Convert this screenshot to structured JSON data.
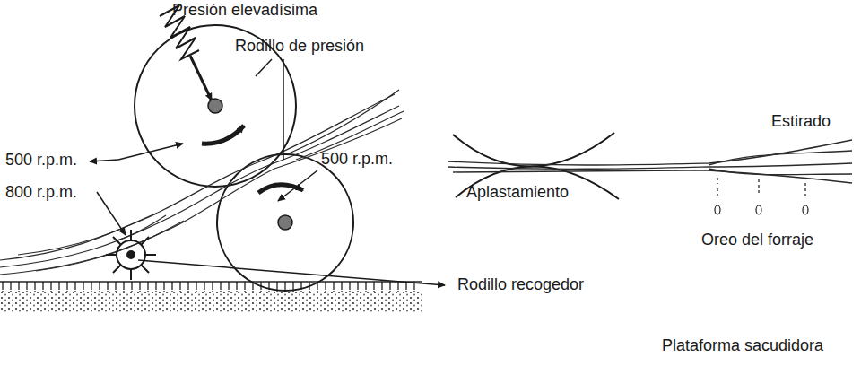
{
  "diagram": {
    "labels": [
      "Presión elevadísima",
      "Rodillo de presión",
      "500 r.p.m.",
      "500 r.p.m.",
      "800 r.p.m.",
      "Aplastamiento",
      "Estirado",
      "Oreo del forraje",
      "Rodillo recogedor",
      "Plataforma sacudidora"
    ]
  }
}
